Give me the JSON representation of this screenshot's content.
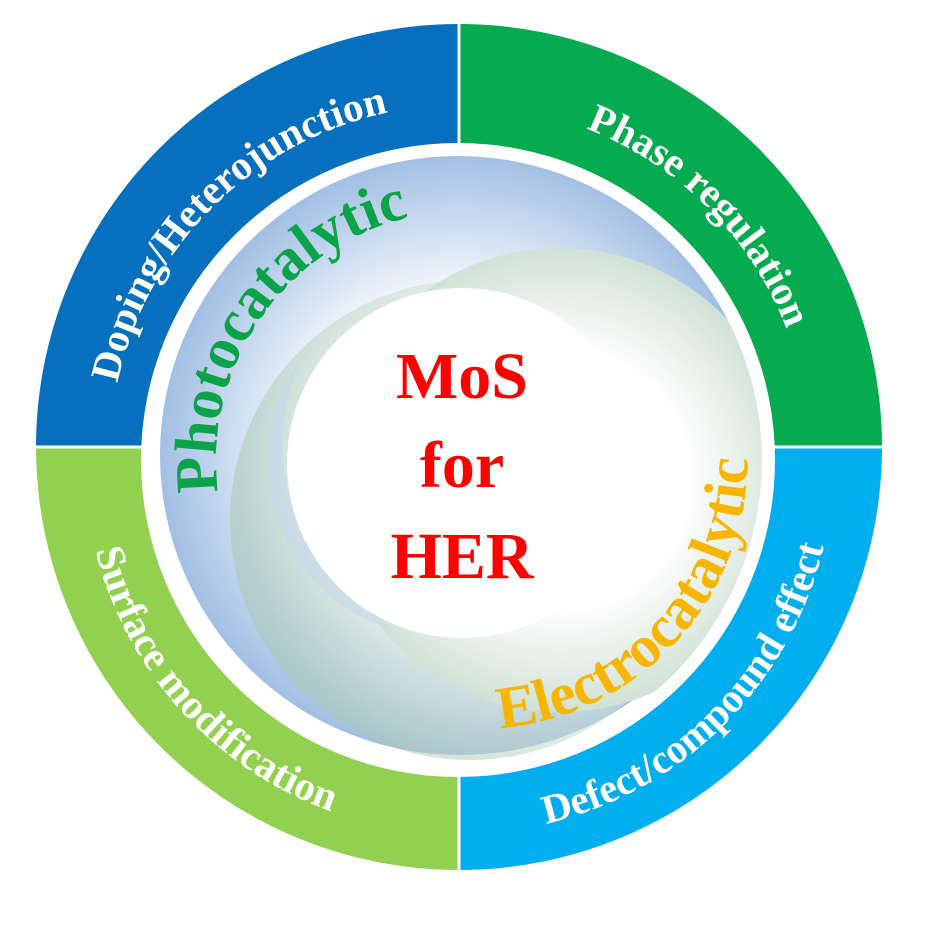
{
  "center": {
    "lines": [
      "MoS",
      "for",
      "HER"
    ],
    "color": "#ff0000"
  },
  "mechanisms": {
    "photocatalytic": {
      "label": "Photocatalytic",
      "color": "#0aa34a"
    },
    "electrocatalytic": {
      "label": "Electrocatalytic",
      "color": "#f7b500"
    }
  },
  "strategies": [
    {
      "id": "doping",
      "label": "Doping/Heterojunction",
      "color": "#0670bf"
    },
    {
      "id": "phase",
      "label": "Phase regulation",
      "color": "#06ab4f"
    },
    {
      "id": "defect",
      "label": "Defect/compound effect",
      "color": "#00aeef"
    },
    {
      "id": "surface",
      "label": "Surface modification",
      "color": "#92d050"
    }
  ]
}
